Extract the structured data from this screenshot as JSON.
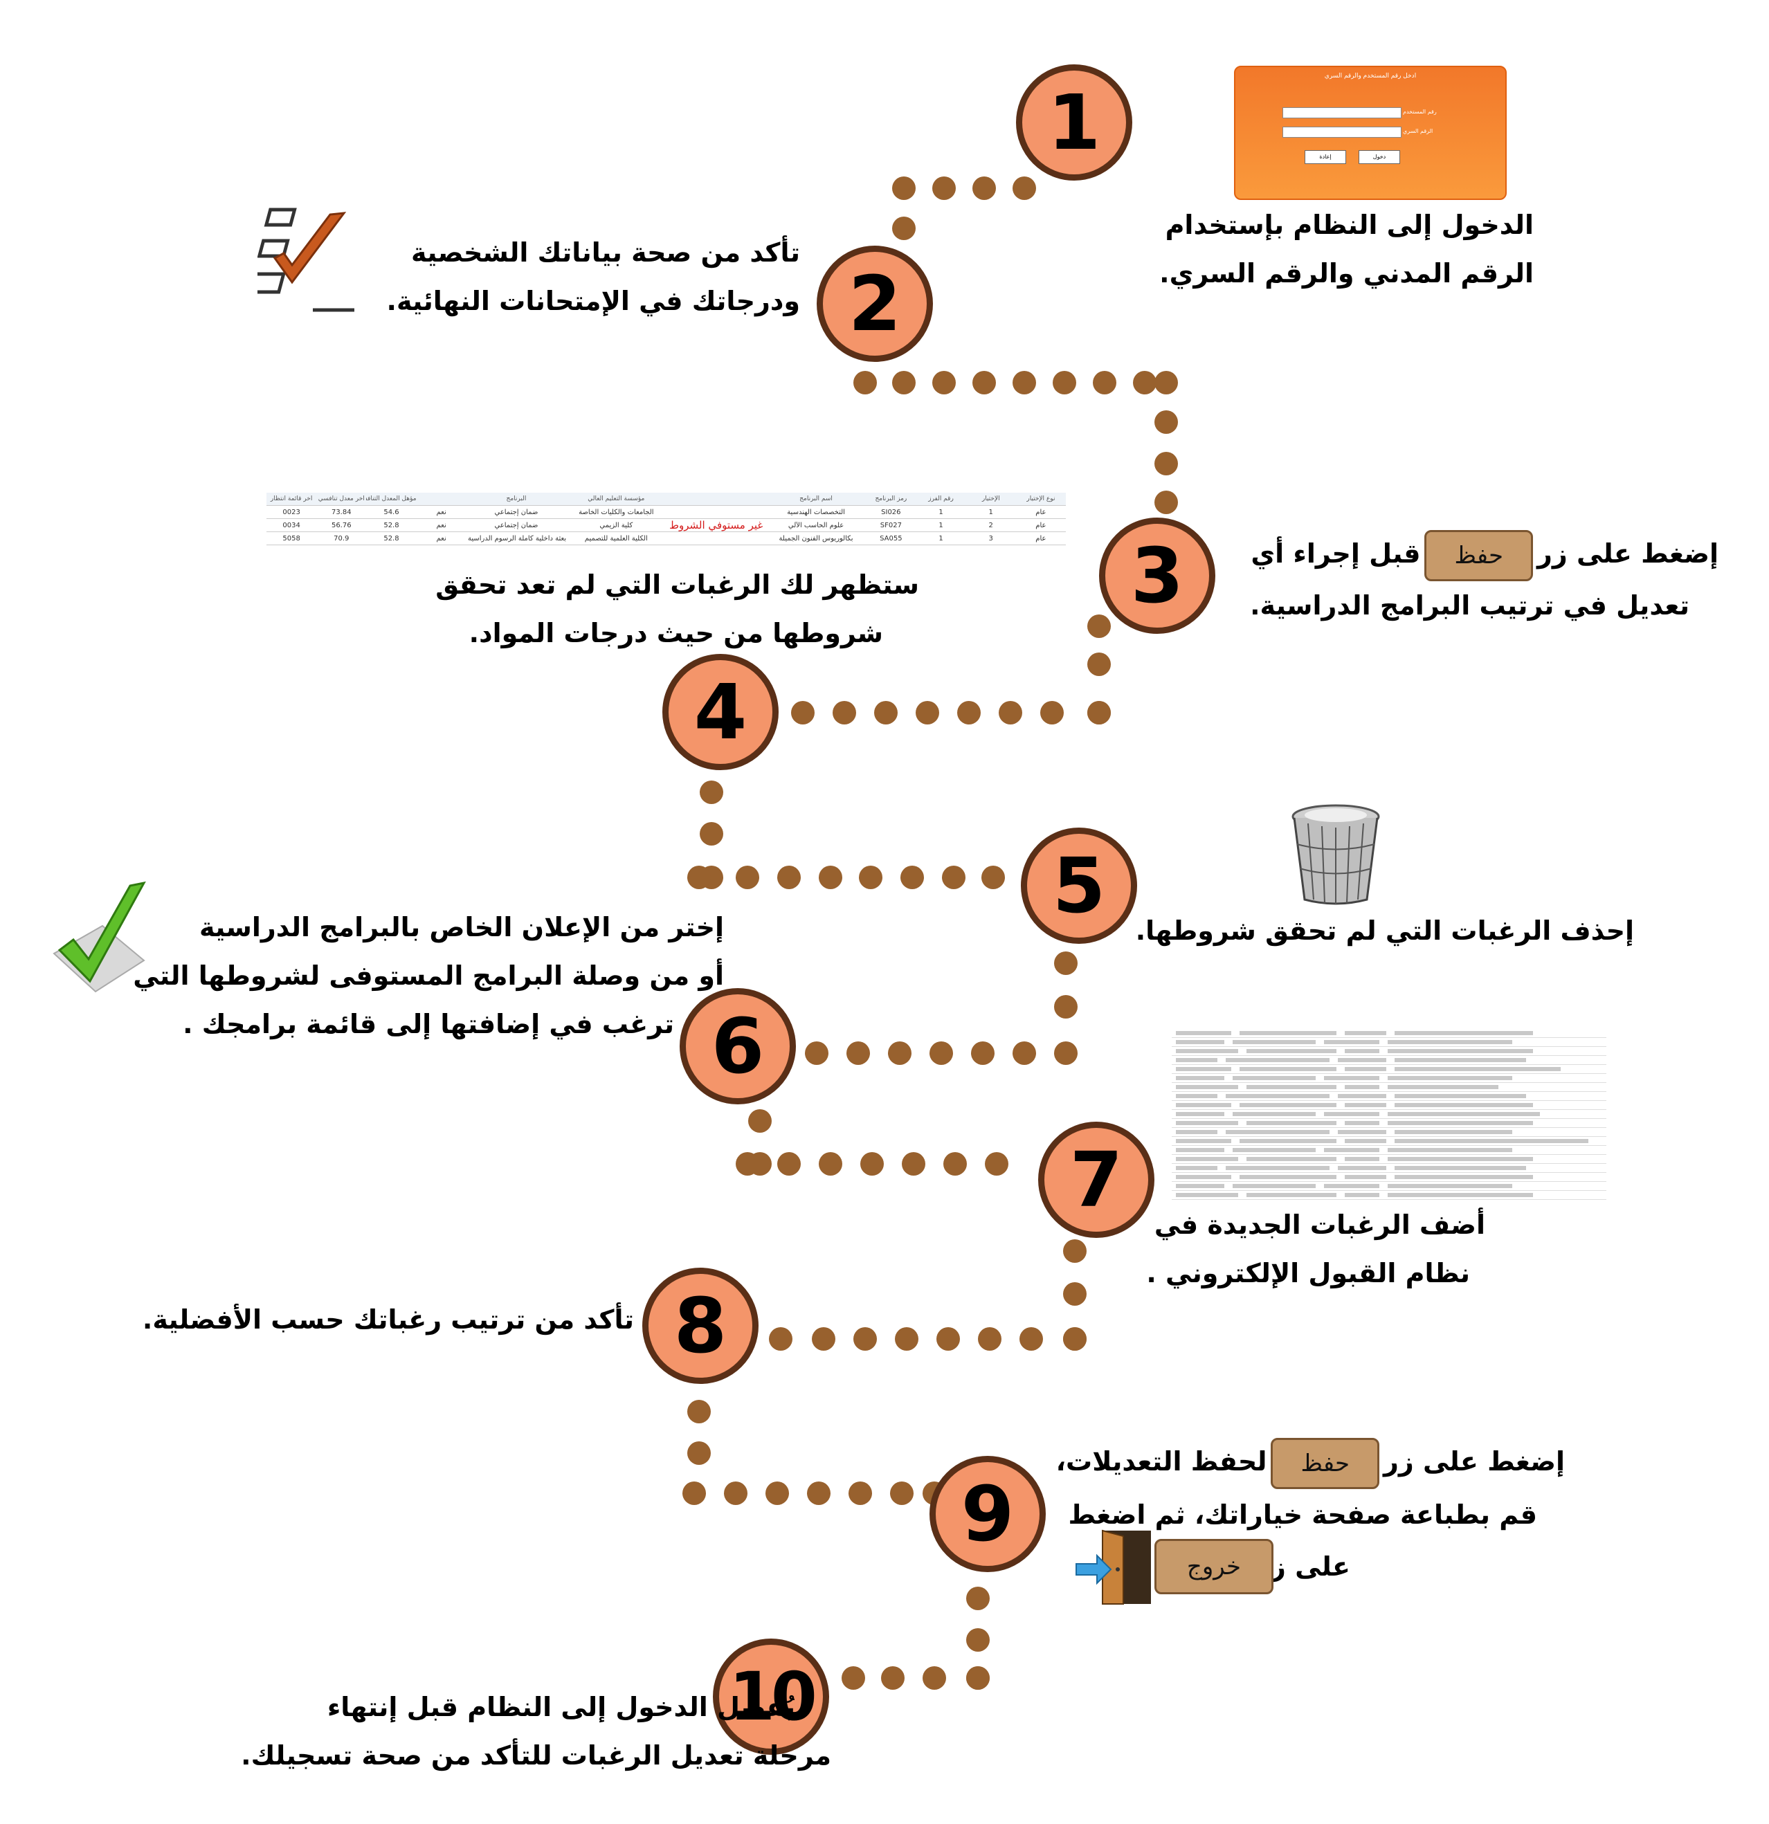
{
  "steps": [
    {
      "number": "1",
      "text": [
        "الدخول إلى النظام بإستخدام",
        "الرقم المدني والرقم السري."
      ]
    },
    {
      "number": "2",
      "text": [
        "تأكد من صحة بياناتك الشخصية",
        "ودرجاتك في الإمتحانات النهائية."
      ]
    },
    {
      "number": "3",
      "line1_start": "إضغط على زر",
      "line1_end": "قبل إجراء أي",
      "line2": "تعديل في ترتيب البرامج الدراسية."
    },
    {
      "number": "4",
      "text": [
        "ستظهر لك الرغبات التي لم تعد تحقق",
        "شروطها من حيث درجات المواد."
      ]
    },
    {
      "number": "5",
      "text": [
        "إحذف الرغبات التي لم تحقق شروطها."
      ]
    },
    {
      "number": "6",
      "text": [
        "إختر من الإعلان الخاص بالبرامج الدراسية",
        "أو من وصلة البرامج المستوفى لشروطها التي",
        "ترغب في إضافتها إلى قائمة برامجك ."
      ]
    },
    {
      "number": "7",
      "text": [
        "أضف الرغبات الجديدة في",
        "نظام القبول الإلكتروني ."
      ]
    },
    {
      "number": "8",
      "text": [
        "تأكد من ترتيب رغباتك حسب الأفضلية."
      ]
    },
    {
      "number": "9",
      "line1_start": "إضغط على زر",
      "line1_end": "لحفظ التعديلات،",
      "line2": "قم بطباعة صفحة خياراتك، ثم اضغط",
      "line3": "على زر"
    },
    {
      "number": "10",
      "text": [
        "يُفضل الدخول إلى النظام قبل إنتهاء",
        "مرحلة تعديل الرغبات للتأكد من صحة تسجيلك."
      ]
    }
  ],
  "buttons": {
    "save": "حفظ",
    "exit": "خروج"
  },
  "login": {
    "title": "ادخل رقم المستخدم والرقم السري",
    "user_label": "رقم المستخدم",
    "pass_label": "الرقم السري",
    "enter": "دخول",
    "reset": "إعادة"
  },
  "table": {
    "headers": [
      "نوع الإختيار",
      "الإختيار",
      "رقم الفرز",
      "رمز البرنامج",
      "اسم البرنامج",
      "",
      "مؤسسة التعليم العالي",
      "البرنامج",
      "",
      "مؤهل المعدل التنافسي",
      "آخر معدل تنافسي",
      "آخر قائمة انتظار"
    ],
    "rows": [
      [
        "عام",
        "1",
        "1",
        "SI026",
        "التخصصات الهندسية",
        "",
        "الجامعات والكليات الخاصة",
        "ضمان إجتماعي",
        "نعم",
        "54.6",
        "73.84",
        "0023"
      ],
      [
        "عام",
        "2",
        "1",
        "SF027",
        "علوم الحاسب الآلي",
        "غير مستوفي الشروط",
        "كلية الزيمي",
        "ضمان إجتماعي",
        "نعم",
        "52.8",
        "56.76",
        "0034"
      ],
      [
        "عام",
        "3",
        "1",
        "SA055",
        "بكالوريوس الفنون الجميلة",
        "",
        "الكلية العلمية للتصميم",
        "بعثة داخلية كاملة الرسوم الدراسية فقط",
        "نعم",
        "52.8",
        "70.9",
        "5058"
      ]
    ]
  },
  "colors": {
    "circle_fill": "#f4956a",
    "circle_border": "#5a2f17",
    "dot": "#98612e",
    "button": "#c79a6a",
    "warning_text": "#d41a1a"
  }
}
